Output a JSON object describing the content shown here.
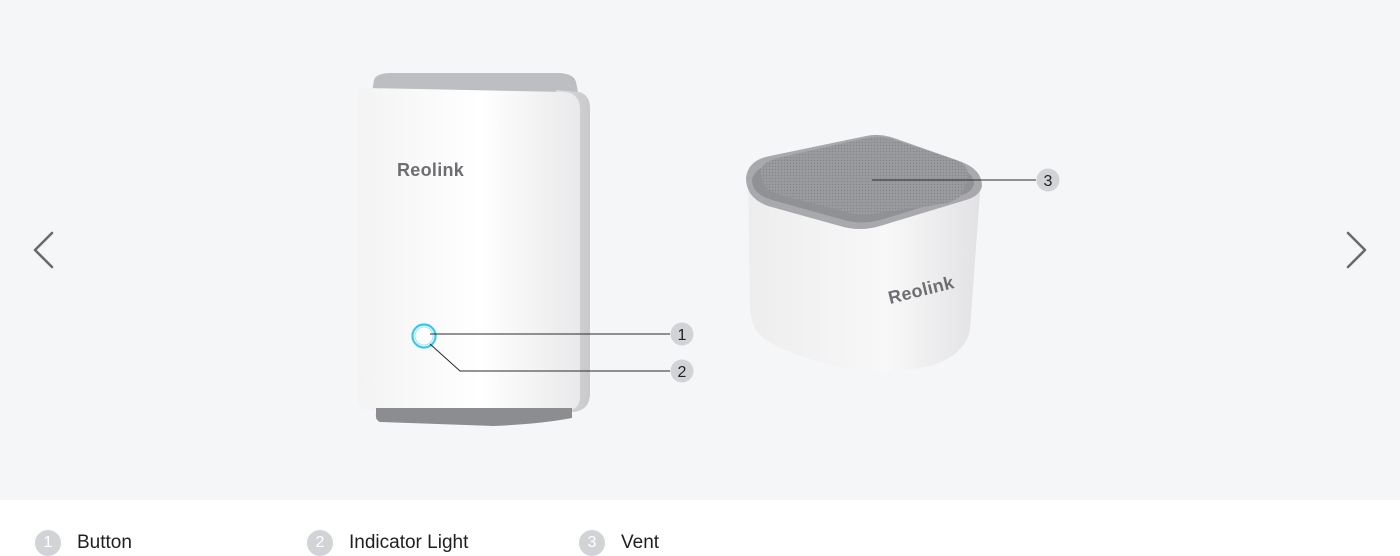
{
  "brand": "Reolink",
  "navigation": {
    "prev_icon": "chevron-left-icon",
    "next_icon": "chevron-right-icon"
  },
  "callouts": [
    {
      "number": "1",
      "label": "Button"
    },
    {
      "number": "2",
      "label": "Indicator Light"
    },
    {
      "number": "3",
      "label": "Vent"
    }
  ],
  "colors": {
    "stage_background": "#f5f6f8",
    "indicator_light": "#35c8f0",
    "callout_badge": "#d2d3d6",
    "vent_top": "#8f9094"
  }
}
